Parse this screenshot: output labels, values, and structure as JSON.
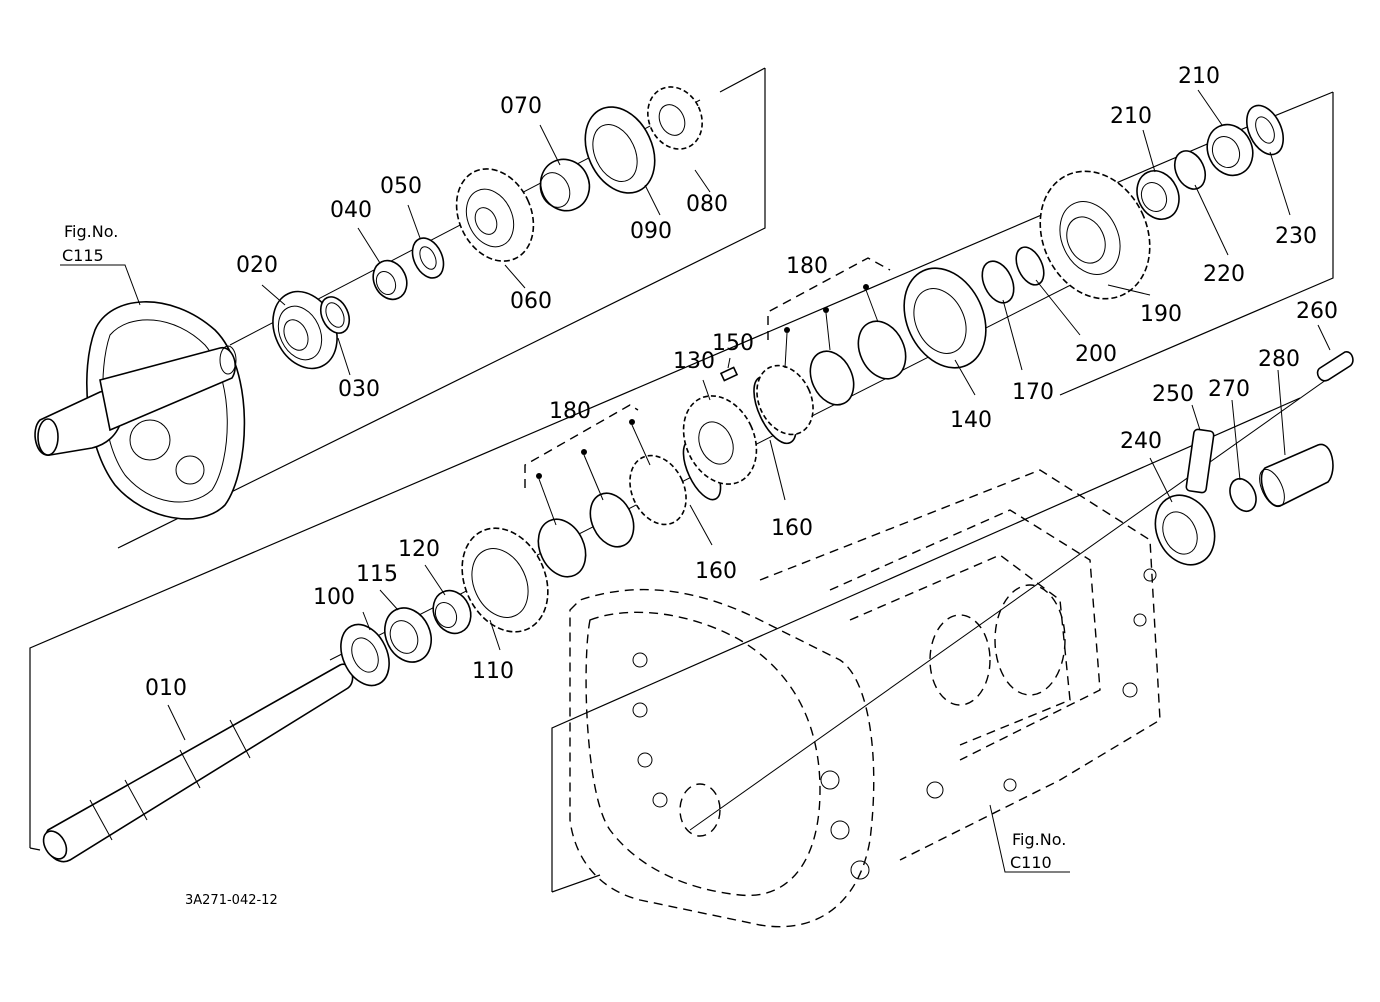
{
  "callouts": {
    "p010": "010",
    "p020": "020",
    "p030": "030",
    "p040": "040",
    "p050": "050",
    "p060": "060",
    "p070": "070",
    "p080": "080",
    "p090": "090",
    "p100": "100",
    "p110": "110",
    "p115": "115",
    "p120": "120",
    "p130": "130",
    "p140": "140",
    "p150": "150",
    "p160a": "160",
    "p160b": "160",
    "p170": "170",
    "p180a": "180",
    "p180b": "180",
    "p190": "190",
    "p200": "200",
    "p210a": "210",
    "p210b": "210",
    "p220": "220",
    "p230": "230",
    "p240": "240",
    "p250": "250",
    "p260": "260",
    "p270": "270",
    "p280": "280"
  },
  "figure_refs": {
    "upper": {
      "prefix": "Fig.No.",
      "number": "C115"
    },
    "lower": {
      "prefix": "Fig.No.",
      "number": "C110"
    }
  },
  "drawing_code": "3A271-042-12"
}
